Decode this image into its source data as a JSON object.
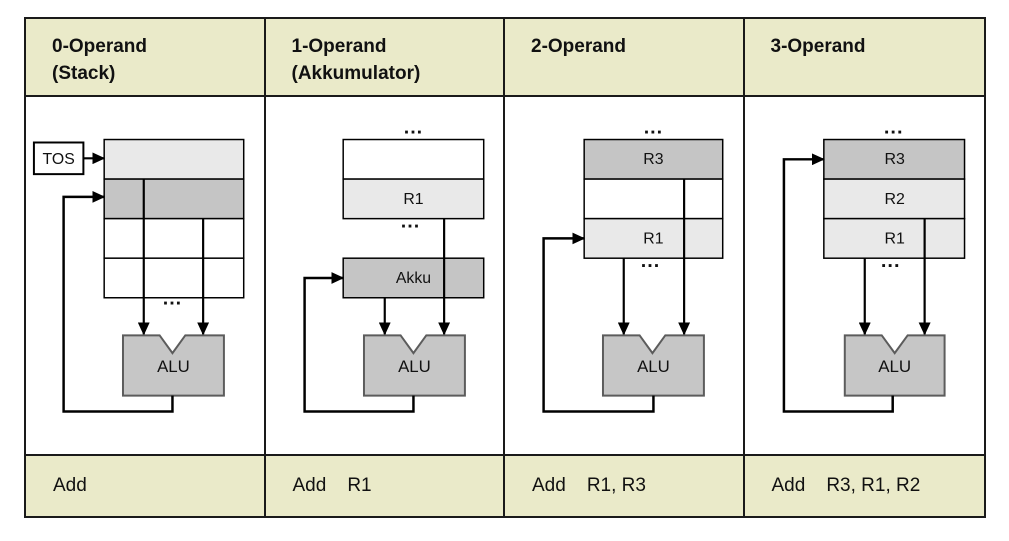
{
  "colors": {
    "header_bg": "#EAEAC9",
    "cell_light": "#E9E9E9",
    "cell_dark": "#C5C5C5",
    "cell_white": "#FFFFFF",
    "alu_fill": "#C6C6C6",
    "border": "#1A1A1A"
  },
  "columns": [
    {
      "header_line1": "0-Operand",
      "header_line2": "(Stack)",
      "labels": {
        "tos": "TOS",
        "dots_bottom": "...",
        "alu": "ALU"
      },
      "instruction": {
        "mnemonic": "Add",
        "operands": ""
      }
    },
    {
      "header_line1": "1-Operand",
      "header_line2": "(Akkumulator)",
      "labels": {
        "dots_top": "...",
        "reg_mid": "R1",
        "dots_mid": "...",
        "akku": "Akku",
        "alu": "ALU"
      },
      "instruction": {
        "mnemonic": "Add",
        "operands": "R1"
      }
    },
    {
      "header_line1": "2-Operand",
      "header_line2": "",
      "labels": {
        "dots_top": "...",
        "reg_top": "R3",
        "reg_bottom": "R1",
        "dots_mid": "...",
        "alu": "ALU"
      },
      "instruction": {
        "mnemonic": "Add",
        "operands": "R1, R3"
      }
    },
    {
      "header_line1": "3-Operand",
      "header_line2": "",
      "labels": {
        "dots_top": "...",
        "reg_top": "R3",
        "reg_mid": "R2",
        "reg_bottom": "R1",
        "dots_mid": "...",
        "alu": "ALU"
      },
      "instruction": {
        "mnemonic": "Add",
        "operands": "R3, R1, R2"
      }
    }
  ]
}
